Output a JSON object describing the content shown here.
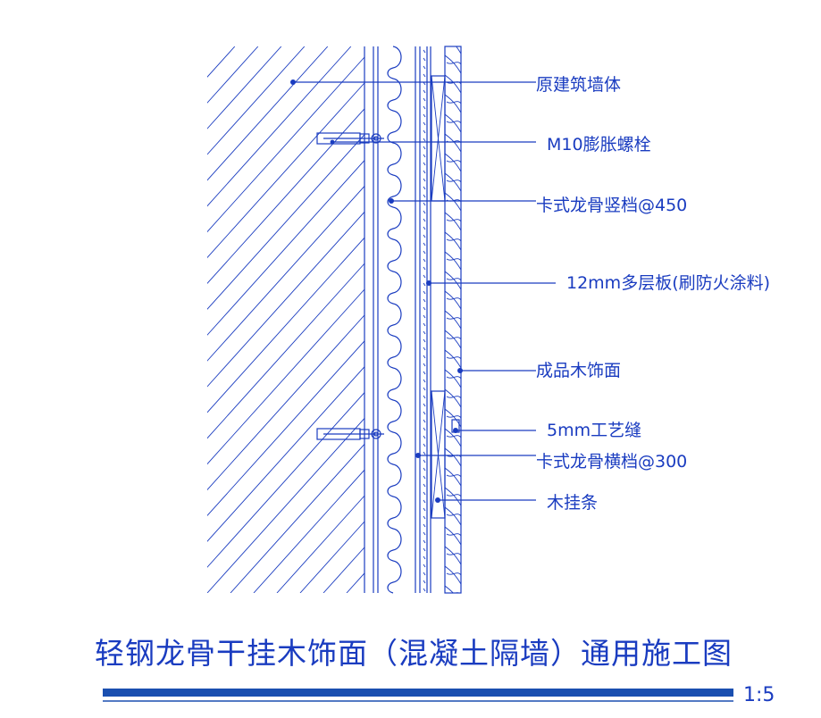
{
  "diagram": {
    "labels": [
      {
        "id": "wall",
        "text": "原建筑墙体"
      },
      {
        "id": "bolt",
        "text": "M10膨胀螺栓"
      },
      {
        "id": "vert_keel",
        "text": "卡式龙骨竖档@450"
      },
      {
        "id": "plywood",
        "text": "12mm多层板(刷防火涂料)"
      },
      {
        "id": "wood_finish",
        "text": "成品木饰面"
      },
      {
        "id": "gap",
        "text": "5mm工艺缝"
      },
      {
        "id": "horiz_keel",
        "text": "卡式龙骨横档@300"
      },
      {
        "id": "batten",
        "text": "木挂条"
      }
    ],
    "title": "轻钢龙骨干挂木饰面（混凝土隔墙）通用施工图",
    "scale": "1:5",
    "colors": {
      "line": "#1a3cc0",
      "bar": "#1a4fb0"
    }
  }
}
